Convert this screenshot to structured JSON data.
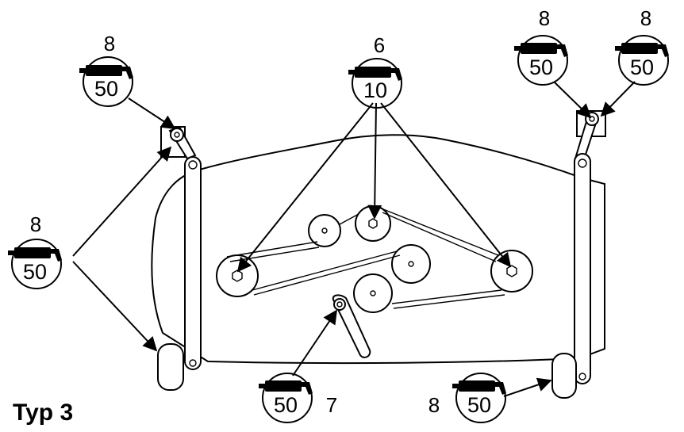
{
  "diagram": {
    "title": "Typ 3",
    "grease_points": [
      {
        "count": "8",
        "interval": "50"
      },
      {
        "count": "6",
        "interval": "10"
      },
      {
        "count": "8",
        "interval": "50"
      },
      {
        "count": "8",
        "interval": "50"
      },
      {
        "count": "8",
        "interval": "50"
      },
      {
        "count": "7",
        "interval": "50"
      },
      {
        "count": "8",
        "interval": "50"
      }
    ],
    "line_color": "#000000",
    "background": "#ffffff",
    "icon": "grease-gun-icon"
  }
}
